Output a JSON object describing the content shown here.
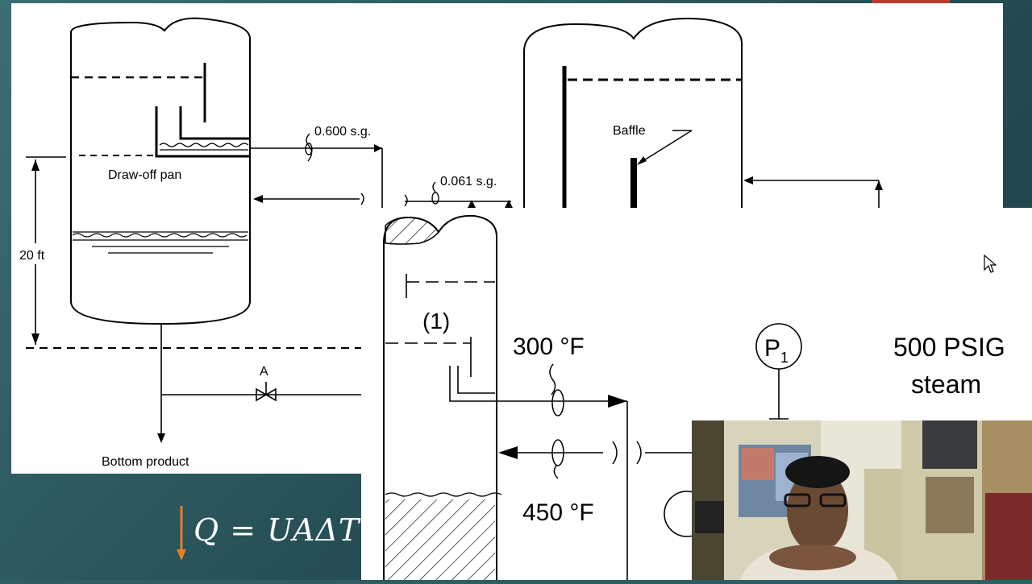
{
  "diagram_a": {
    "draw_off_pan_label": "Draw-off pan",
    "sg_top_label": "0.600 s.g.",
    "sg_bottom_label": "0.061 s.g.",
    "height_label": "20 ft",
    "valve_label": "A",
    "bottom_product_label": "Bottom product",
    "baffle_label": "Baffle"
  },
  "diagram_b": {
    "tray_label": "(1)",
    "temp_out_label": "300 °F",
    "temp_in_label": "450 °F",
    "gauge_label": "P",
    "gauge_sub": "1",
    "steam_line1": "500 PSIG",
    "steam_line2": "steam"
  },
  "formula": {
    "text": "Q = UAΔT"
  },
  "colors": {
    "slide_teal": "#2f5d63",
    "accent_red": "#c0392b",
    "arrow_orange": "#e67e22"
  }
}
